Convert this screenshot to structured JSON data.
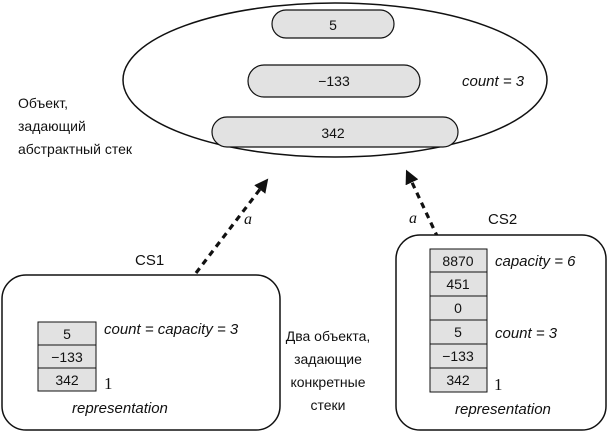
{
  "abstract_object": {
    "label_lines": [
      "Объект,",
      "задающий",
      "абстрактный стек"
    ],
    "items": [
      "5",
      "−133",
      "342"
    ],
    "count_label": "count = 3"
  },
  "link_label": "a",
  "cs1": {
    "title": "CS1",
    "cells": [
      "5",
      "−133",
      "342"
    ],
    "count_label": "count = capacity = 3",
    "marker": "1",
    "representation_label": "representation"
  },
  "cs2": {
    "title": "CS2",
    "cells": [
      "8870",
      "451",
      "0",
      "5",
      "−133",
      "342"
    ],
    "capacity_label": "capacity = 6",
    "count_label": "count = 3",
    "marker": "1",
    "representation_label": "representation"
  },
  "middle_caption": [
    "Два объекта,",
    "задающие",
    "конкретные",
    "стеки"
  ]
}
